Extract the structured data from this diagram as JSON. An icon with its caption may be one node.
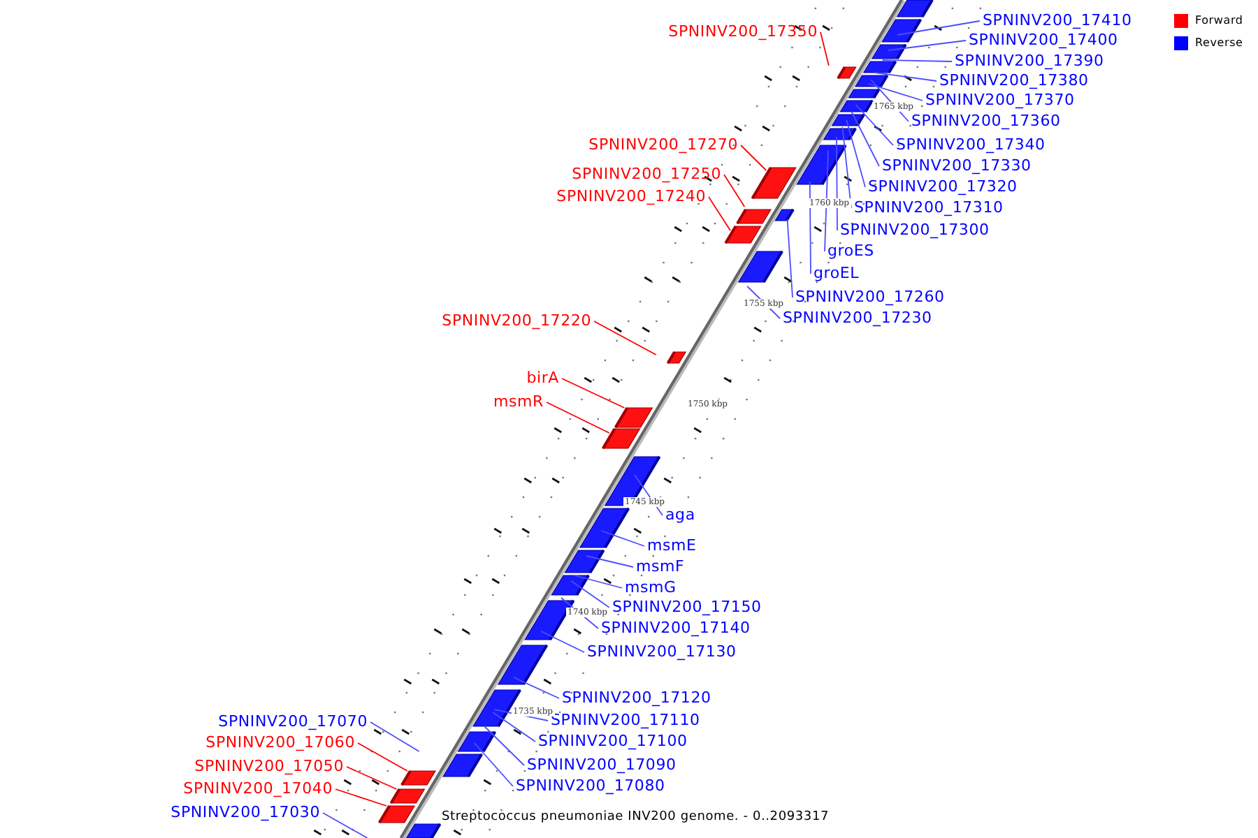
{
  "diagram": {
    "caption": "Streptococcus pneumoniae INV200 genome. - 0..2093317",
    "nodes": [
      {
        "text": [
          "SPNINV200_17410"
        ]
      },
      {
        "text": [
          "SPNINV200_17350"
        ]
      },
      {
        "text": [
          "SPNINV200_17400"
        ]
      },
      {
        "text": [
          "SPNINV200_17390"
        ]
      },
      {
        "text": [
          "SPNINV200_17380"
        ]
      },
      {
        "text": [
          "SPNINV200_17370"
        ]
      },
      {
        "text": [
          "SPNINV200_17360"
        ]
      },
      {
        "text": [
          "SPNINV200_17270"
        ]
      },
      {
        "text": [
          "SPNINV200_17340"
        ]
      },
      {
        "text": [
          "SPNINV200_17330"
        ]
      },
      {
        "text": [
          "SPNINV200_17250"
        ]
      },
      {
        "text": [
          "SPNINV200_17320"
        ]
      },
      {
        "text": [
          "SPNINV200_17240"
        ]
      },
      {
        "text": [
          "SPNINV200_17310"
        ]
      },
      {
        "text": [
          "SPNINV200_17300"
        ]
      },
      {
        "text": [
          "groES"
        ]
      },
      {
        "text": [
          "groEL"
        ]
      },
      {
        "text": [
          "SPNINV200_17260"
        ]
      },
      {
        "text": [
          "SPNINV200_17230"
        ]
      },
      {
        "text": [
          "SPNINV200_17220"
        ]
      },
      {
        "text": [
          "birA"
        ]
      },
      {
        "text": [
          "msmR"
        ]
      },
      {
        "text": [
          "aga"
        ]
      },
      {
        "text": [
          "msmE"
        ]
      },
      {
        "text": [
          "msmF"
        ]
      },
      {
        "text": [
          "msmG"
        ]
      },
      {
        "text": [
          "SPNINV200_17150"
        ]
      },
      {
        "text": [
          "SPNINV200_17140"
        ]
      },
      {
        "text": [
          "SPNINV200_17130"
        ]
      },
      {
        "text": [
          "SPNINV200_17120"
        ]
      },
      {
        "text": [
          "SPNINV200_17110"
        ]
      },
      {
        "text": [
          "SPNINV200_17070"
        ]
      },
      {
        "text": [
          "SPNINV200_17100"
        ]
      },
      {
        "text": [
          "SPNINV200_17060"
        ]
      },
      {
        "text": [
          "SPNINV200_17090"
        ]
      },
      {
        "text": [
          "SPNINV200_17050"
        ]
      },
      {
        "text": [
          "SPNINV200_17080"
        ]
      },
      {
        "text": [
          "SPNINV200_17040"
        ]
      },
      {
        "text": [
          "SPNINV200_17030"
        ]
      }
    ],
    "edges": [
      {
        "from": 0,
        "to": null,
        "arrow": "none"
      },
      {
        "from": 1,
        "to": null,
        "arrow": "none",
        "color": "#ff0000"
      },
      {
        "from": 2,
        "to": null,
        "arrow": "none"
      },
      {
        "from": 3,
        "to": null,
        "arrow": "none"
      },
      {
        "from": 4,
        "to": null,
        "arrow": "none"
      },
      {
        "from": 5,
        "to": null,
        "arrow": "none"
      },
      {
        "from": 6,
        "to": null,
        "arrow": "none"
      },
      {
        "from": 7,
        "to": null,
        "arrow": "none",
        "color": "#ff0000"
      },
      {
        "from": 8,
        "to": null,
        "arrow": "none"
      },
      {
        "from": 9,
        "to": null,
        "arrow": "none"
      },
      {
        "from": 10,
        "to": null,
        "arrow": "none",
        "color": "#ff0000"
      },
      {
        "from": 11,
        "to": null,
        "arrow": "none"
      },
      {
        "from": 12,
        "to": null,
        "arrow": "none",
        "color": "#ff0000"
      },
      {
        "from": 13,
        "to": null,
        "arrow": "none"
      },
      {
        "from": 14,
        "to": null,
        "arrow": "none"
      },
      {
        "from": 15,
        "to": null,
        "arrow": "none"
      },
      {
        "from": 16,
        "to": null,
        "arrow": "none"
      },
      {
        "from": 17,
        "to": null,
        "arrow": "none"
      },
      {
        "from": 18,
        "to": null,
        "arrow": "none"
      },
      {
        "from": 19,
        "to": null,
        "arrow": "none",
        "color": "#ff0000"
      },
      {
        "from": 20,
        "to": null,
        "arrow": "none",
        "color": "#ff0000"
      },
      {
        "from": 21,
        "to": null,
        "arrow": "none",
        "color": "#ff0000"
      },
      {
        "from": 22,
        "to": null,
        "arrow": "none"
      },
      {
        "from": 23,
        "to": null,
        "arrow": "none"
      },
      {
        "from": 24,
        "to": null,
        "arrow": "none"
      },
      {
        "from": 25,
        "to": null,
        "arrow": "none"
      },
      {
        "from": 26,
        "to": null,
        "arrow": "none"
      },
      {
        "from": 27,
        "to": null,
        "arrow": "none"
      },
      {
        "from": 28,
        "to": null,
        "arrow": "none"
      },
      {
        "from": 29,
        "to": null,
        "arrow": "none"
      },
      {
        "from": 30,
        "to": null,
        "arrow": "none"
      },
      {
        "from": 31,
        "to": null,
        "arrow": "none"
      },
      {
        "from": 32,
        "to": null,
        "arrow": "none"
      },
      {
        "from": 33,
        "to": null,
        "arrow": "none",
        "color": "#ff0000"
      },
      {
        "from": 34,
        "to": null,
        "arrow": "none"
      },
      {
        "from": 35,
        "to": null,
        "arrow": "none",
        "color": "#ff0000"
      },
      {
        "from": 36,
        "to": null,
        "arrow": "none"
      },
      {
        "from": 37,
        "to": null,
        "arrow": "none",
        "color": "#ff0000"
      },
      {
        "from": 38,
        "to": null,
        "arrow": "none"
      }
    ],
    "labels": [
      "1765 kbp",
      "1760 kbp",
      "1755 kbp",
      "1750 kbp",
      "1745 kbp",
      "1740 kbp",
      "1735 kbp"
    ],
    "legend": [
      {
        "text": "Forward",
        "color": "#ff0000"
      },
      {
        "text": "Reverse",
        "color": "#0000ff"
      }
    ]
  }
}
